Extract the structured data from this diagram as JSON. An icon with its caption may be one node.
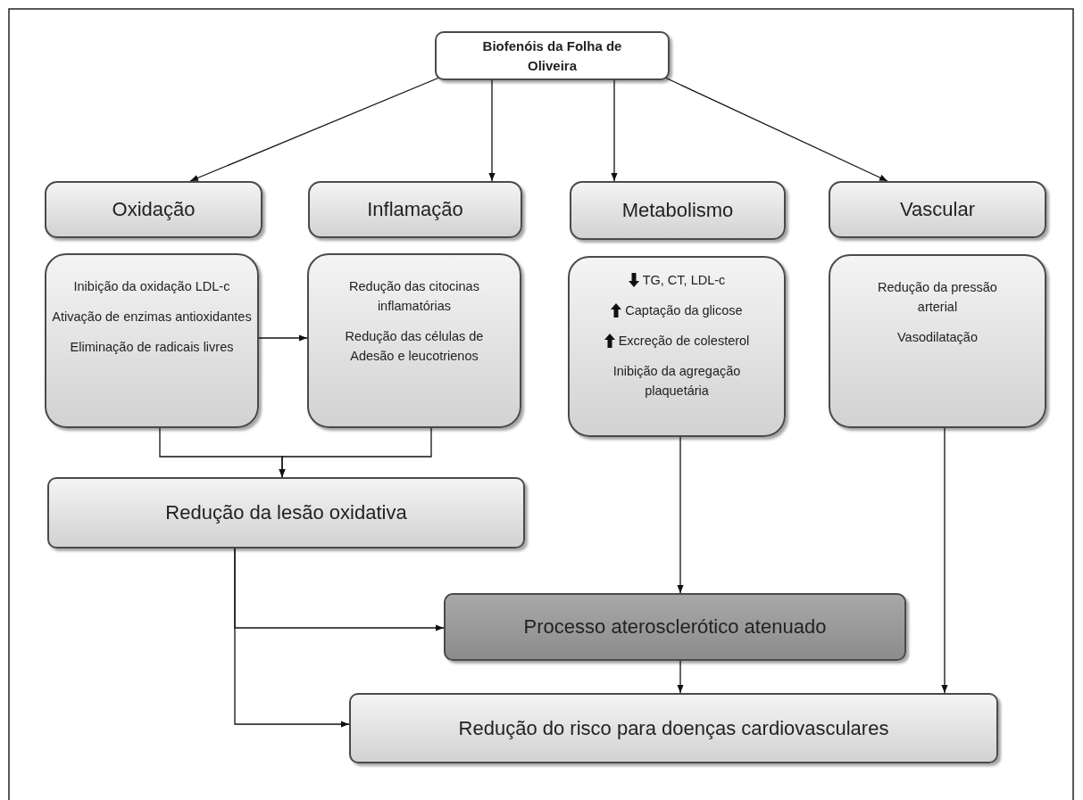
{
  "diagram": {
    "nodes": [
      {
        "text": [
          "Biofenóis da Folha de Oliveira"
        ]
      },
      {
        "text": [
          "Oxidação"
        ]
      },
      {
        "text": [
          "Inflamação"
        ]
      },
      {
        "text": [
          "Metabolismo"
        ]
      },
      {
        "text": [
          "Vascular"
        ]
      },
      {
        "text": [
          "Inibição da oxidação LDL-c",
          "Ativação de enzimas antioxidantes",
          "Eliminação de radicais livres"
        ]
      },
      {
        "text": [
          "Redução das citocinas inflamatórias",
          "Redução das células de Adesão e leucotrienos"
        ]
      },
      {
        "text": [
          "TG, CT, LDL-c",
          "Captação da glicose",
          "Excreção de colesterol",
          "Inibição da agregação plaquetária"
        ]
      },
      {
        "text": [
          "Redução da pressão arterial",
          "Vasodilatação"
        ]
      },
      {
        "text": [
          "Redução da lesão oxidativa"
        ]
      },
      {
        "text": [
          "Processo aterosclerótico atenuado"
        ]
      },
      {
        "text": [
          "Redução do risco para doenças cardiovasculares"
        ]
      }
    ],
    "edges": [
      {
        "from": 0,
        "to": 1,
        "arrow": "to"
      },
      {
        "from": 0,
        "to": 2,
        "arrow": "to"
      },
      {
        "from": 0,
        "to": 3,
        "arrow": "to"
      },
      {
        "from": 0,
        "to": 4,
        "arrow": "to"
      },
      {
        "from": 5,
        "to": 6,
        "arrow": "to"
      },
      {
        "from": 5,
        "to": 9,
        "arrow": "to"
      },
      {
        "from": 6,
        "to": 9,
        "arrow": "to"
      },
      {
        "from": 7,
        "to": 10,
        "arrow": "to"
      },
      {
        "from": 9,
        "to": 10,
        "arrow": "to"
      },
      {
        "from": 9,
        "to": 11,
        "arrow": "to"
      },
      {
        "from": 10,
        "to": 11,
        "arrow": "to"
      },
      {
        "from": 8,
        "to": 11,
        "arrow": "to"
      }
    ]
  }
}
